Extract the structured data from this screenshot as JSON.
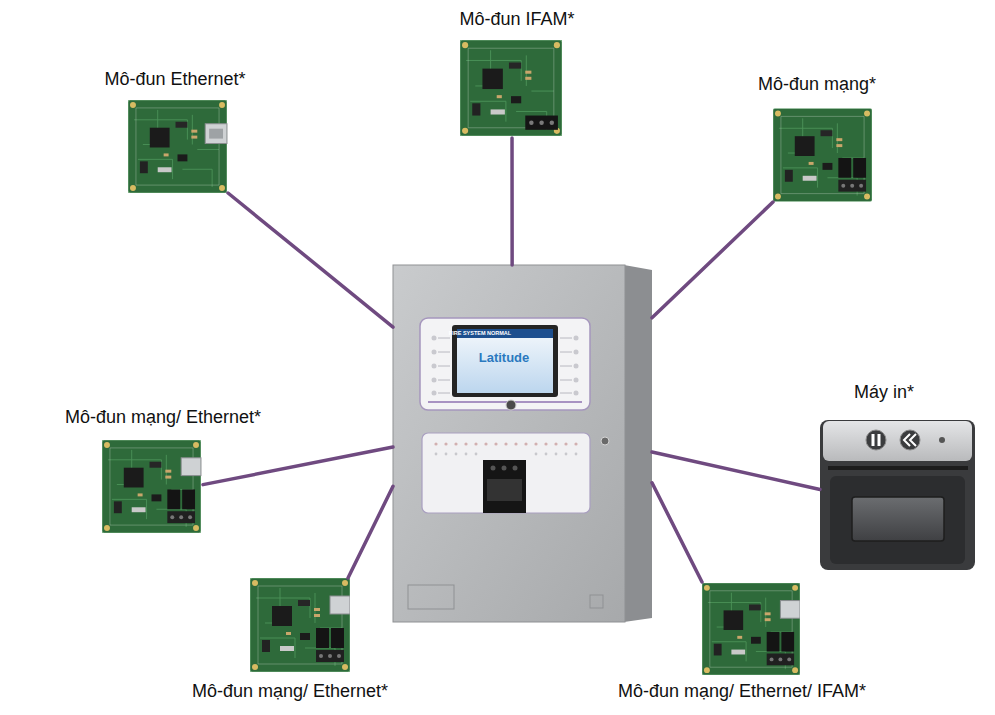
{
  "diagram": {
    "nodes": [
      {
        "text": [
          "Mô-đun IFAM*"
        ]
      },
      {
        "text": [
          "Mô-đun Ethernet*"
        ]
      },
      {
        "text": [
          "Mô-đun mạng*"
        ]
      },
      {
        "text": [
          "FIRE SYSTEM NORMAL",
          "Latitude"
        ]
      },
      {
        "text": [
          "Máy in*"
        ]
      },
      {
        "text": [
          "Mô-đun mạng/ Ethernet*"
        ]
      },
      {
        "text": [
          "Mô-đun mạng/ Ethernet*"
        ]
      },
      {
        "text": [
          "Mô-đun mạng/ Ethernet/ IFAM*"
        ]
      }
    ],
    "edges": [
      {
        "from": 3,
        "to": 0,
        "arrow": "none"
      },
      {
        "from": 3,
        "to": 1,
        "arrow": "none"
      },
      {
        "from": 3,
        "to": 2,
        "arrow": "none"
      },
      {
        "from": 3,
        "to": 4,
        "arrow": "none"
      },
      {
        "from": 3,
        "to": 5,
        "arrow": "none"
      },
      {
        "from": 3,
        "to": 6,
        "arrow": "none"
      },
      {
        "from": 3,
        "to": 7,
        "arrow": "none"
      }
    ]
  }
}
